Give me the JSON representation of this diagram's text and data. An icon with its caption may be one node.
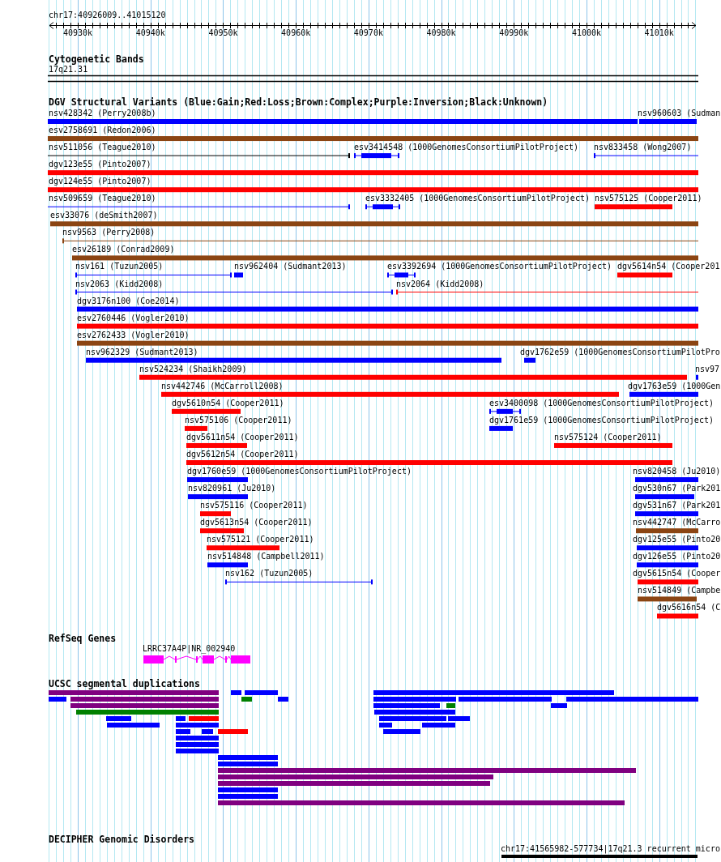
{
  "diagram": {
    "labels": [
      "chr17:40926009..41015120",
      "40930k",
      "40940k",
      "40950k",
      "40960k",
      "40970k",
      "40980k",
      "40990k",
      "41000k",
      "41010k",
      "Cytogenetic Bands",
      "17q21.31",
      "DGV Structural Variants (Blue:Gain;Red:Loss;Brown:Complex;Purple:Inversion;Black:Unknown)",
      "nsv428342 (Perry2008b)",
      "nsv960603 (Sudman",
      "esv2758691 (Redon2006)",
      "nsv511056 (Teague2010)",
      "esv3414548 (1000GenomesConsortiumPilotProject)",
      "nsv833458 (Wong2007)",
      "dgv123e55 (Pinto2007)",
      "dgv124e55 (Pinto2007)",
      "nsv509659 (Teague2010)",
      "esv3332405 (1000GenomesConsortiumPilotProject)",
      "nsv575125 (Cooper2011)",
      "esv33076 (deSmith2007)",
      "nsv9563 (Perry2008)",
      "esv26189 (Conrad2009)",
      "nsv161 (Tuzun2005)",
      "nsv962404 (Sudmant2013)",
      "esv3392694 (1000GenomesConsortiumPilotProject)",
      "dgv5614n54 (Cooper201",
      "nsv2063 (Kidd2008)",
      "nsv2064 (Kidd2008)",
      "dgv3176n100 (Coe2014)",
      "esv2760446 (Vogler2010)",
      "esv2762433 (Vogler2010)",
      "nsv962329 (Sudmant2013)",
      "dgv1762e59 (1000GenomesConsortiumPilotPro",
      "nsv524234 (Shaikh2009)",
      "nsv97",
      "nsv442746 (McCarroll2008)",
      "dgv1763e59 (1000Gen",
      "dgv5610n54 (Cooper2011)",
      "esv3400098 (1000GenomesConsortiumPilotProject)",
      "nsv575106 (Cooper2011)",
      "dgv1761e59 (1000GenomesConsortiumPilotProject)",
      "dgv5611n54 (Cooper2011)",
      "nsv575124 (Cooper2011)",
      "dgv5612n54 (Cooper2011)",
      "dgv1760e59 (1000GenomesConsortiumPilotProject)",
      "nsv820458 (Ju2010)",
      "nsv820961 (Ju2010)",
      "dgv530n67 (Park201",
      "nsv575116 (Cooper2011)",
      "dgv531n67 (Park201",
      "dgv5613n54 (Cooper2011)",
      "nsv442747 (McCarro",
      "nsv575121 (Cooper2011)",
      "dgv125e55 (Pinto20",
      "nsv514848 (Campbell2011)",
      "dgv126e55 (Pinto20",
      "nsv162 (Tuzun2005)",
      "dgv5615n54 (Cooper",
      "nsv514849 (Campbe",
      "dgv5616n54 (C",
      "RefSeq Genes",
      "LRRC37A4P|NR_002940",
      "UCSC segmental duplications",
      "DECIPHER Genomic Disorders",
      "chr17:41565982-577734|17q21.3 recurrent micro"
    ]
  }
}
